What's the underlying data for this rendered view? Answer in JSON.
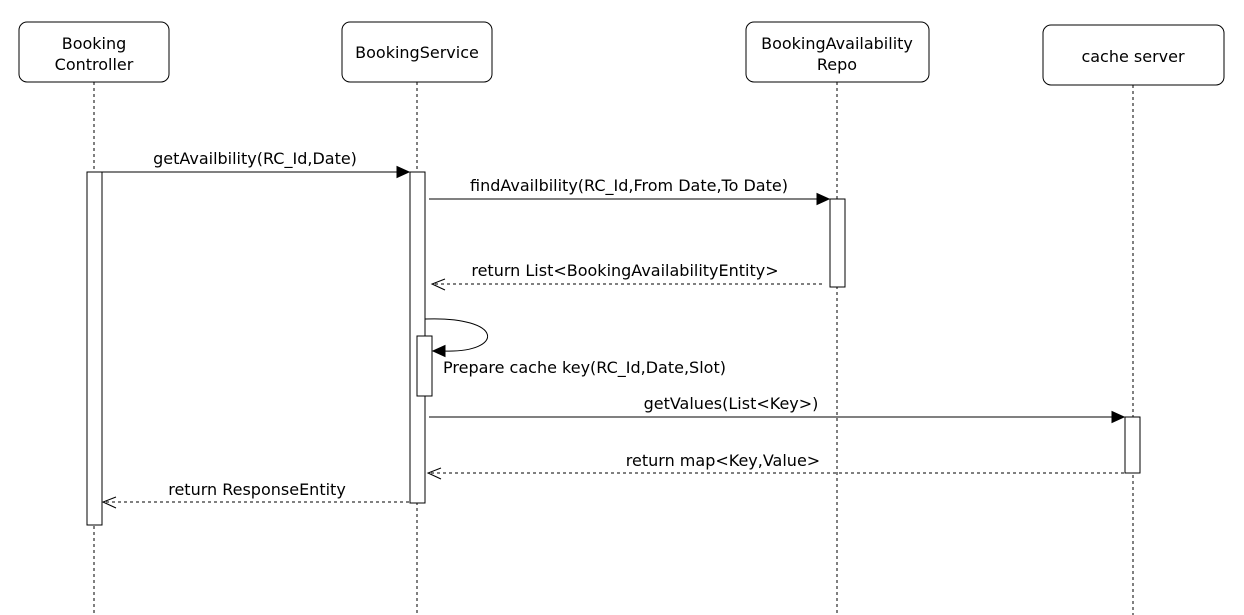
{
  "participants": {
    "booking_controller": {
      "line1": "Booking",
      "line2": "Controller"
    },
    "booking_service": {
      "label": "BookingService"
    },
    "availability_repo": {
      "line1": "BookingAvailability",
      "line2": "Repo"
    },
    "cache_server": {
      "label": "cache server"
    }
  },
  "messages": {
    "get_availability": "getAvailbility(RC_Id,Date)",
    "find_availability": "findAvailbility(RC_Id,From Date,To Date)",
    "return_entity_list": "return List<BookingAvailabilityEntity>",
    "prepare_cache_key": "Prepare cache key(RC_Id,Date,Slot)",
    "get_values": "getValues(List<Key>)",
    "return_map": "return map<Key,Value>",
    "return_response": "return ResponseEntity"
  }
}
